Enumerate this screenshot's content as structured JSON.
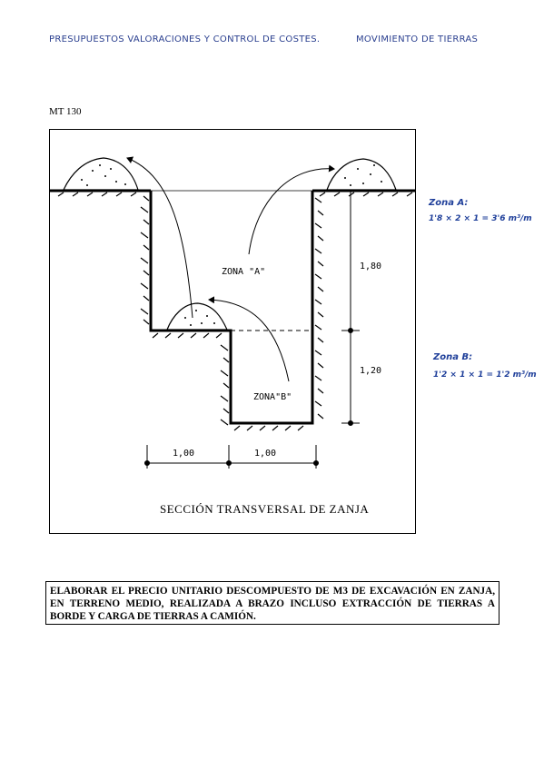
{
  "header": {
    "left": "PRESUPUESTOS VALORACIONES Y CONTROL DE COSTES.",
    "right": "MOVIMIENTO DE TIERRAS"
  },
  "doc_code": "MT 130",
  "figure": {
    "zone_a_label": "ZONA \"A\"",
    "zone_b_label": "ZONA\"B\"",
    "dim_upper_depth": "1,80",
    "dim_lower_depth": "1,20",
    "dim_width_left": "1,00",
    "dim_width_right": "1,00",
    "caption": "SECCIÓN TRANSVERSAL DE ZANJA"
  },
  "notes": {
    "zone_a_title": "Zona A:",
    "zone_a_formula": "1'8 × 2 × 1 = 3'6 m³/m",
    "zone_b_title": "Zona B:",
    "zone_b_formula": "1'2 × 1 × 1 = 1'2 m³/m"
  },
  "task_text": "ELABORAR EL PRECIO UNITARIO DESCOMPUESTO DE M3 DE EXCAVACIÓN EN ZANJA, EN TERRENO MEDIO, REALIZADA A BRAZO INCLUSO EXTRACCIÓN DE TIERRAS A BORDE Y CARGA DE TIERRAS A CAMIÓN."
}
